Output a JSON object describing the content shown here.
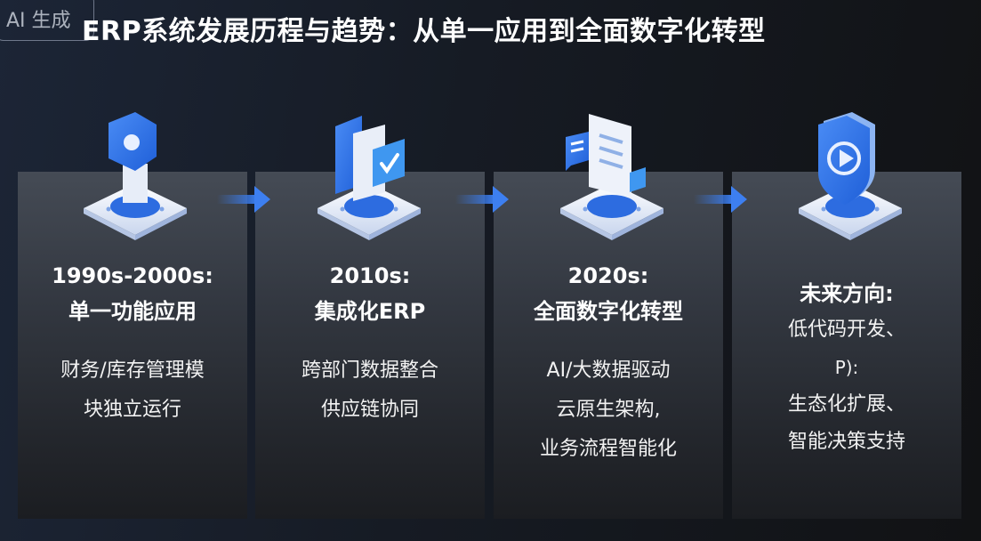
{
  "badge": {
    "label": "AI 生成"
  },
  "title": "ERP系统发展历程与趋势：从单一应用到全面数字化转型",
  "colors": {
    "accent": "#2f6fe0",
    "card_top": "#454b55",
    "background": "#161b24"
  },
  "stages": [
    {
      "icon": "wrench-hexagon-icon",
      "heading": [
        "1990s-2000s:",
        "单一功能应用"
      ],
      "desc": [
        "财务/库存管理模",
        "块独立运行"
      ]
    },
    {
      "icon": "checklist-documents-icon",
      "heading": [
        "2010s:",
        "集成化ERP"
      ],
      "desc": [
        "跨部门数据整合",
        "供应链协同"
      ]
    },
    {
      "icon": "document-chat-icon",
      "heading": [
        "2020s:",
        "全面数字化转型"
      ],
      "desc": [
        "AI/大数据驱动",
        "云原生架构,",
        "业务流程智能化"
      ]
    },
    {
      "icon": "shield-play-icon",
      "heading": [
        "未来方向:"
      ],
      "desc": [
        "低代码开发、",
        "P):",
        "生态化扩展、",
        "智能决策支持"
      ]
    }
  ]
}
